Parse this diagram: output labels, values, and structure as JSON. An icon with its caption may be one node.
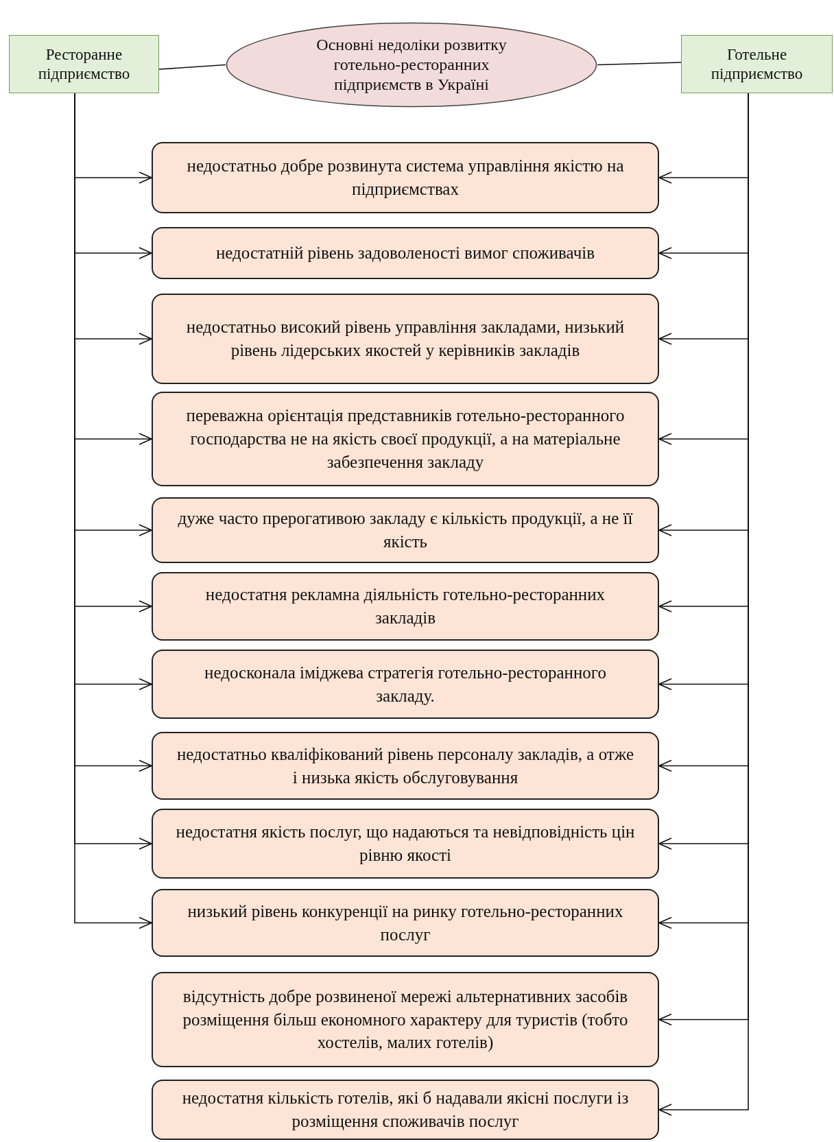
{
  "diagram": {
    "nodes": [
      {
        "text": [
          "Ресторанне підприємство"
        ]
      },
      {
        "text": [
          "Основні недоліки розвитку готельно-ресторанних підприємств в Україні"
        ]
      },
      {
        "text": [
          "Готельне підприємство"
        ]
      },
      {
        "text": [
          "недостатньо добре розвинута система управління якістю на підприємствах"
        ]
      },
      {
        "text": [
          "недостатній рівень задоволеності вимог споживачів"
        ]
      },
      {
        "text": [
          "недостатньо високий рівень управління закладами, низький рівень лідерських якостей у керівників закладів"
        ]
      },
      {
        "text": [
          "переважна орієнтація представників готельно-ресторанного господарства не на якість своєї продукції, а на матеріальне забезпечення закладу"
        ]
      },
      {
        "text": [
          "дуже часто прерогативою закладу є кількість продукції, а не її якість"
        ]
      },
      {
        "text": [
          "недостатня рекламна діяльність готельно-ресторанних закладів"
        ]
      },
      {
        "text": [
          "недосконала іміджева стратегія готельно-ресторанного закладу."
        ]
      },
      {
        "text": [
          "недостатньо кваліфікований рівень персоналу закладів, а отже і низька якість обслуговування"
        ]
      },
      {
        "text": [
          "недостатня якість послуг, що надаються та невідповідність цін рівню якості"
        ]
      },
      {
        "text": [
          "низький рівень конкуренції на ринку готельно-ресторанних послуг"
        ]
      },
      {
        "text": [
          "відсутність добре розвиненої мережі альтернативних засобів розміщення більш економного характеру для туристів (тобто хостелів, малих готелів)"
        ]
      },
      {
        "text": [
          "недостатня кількість готелів, які б надавали якісні послуги із розміщення споживачів послуг"
        ]
      }
    ],
    "edges": [
      {
        "from": 0,
        "to": 1,
        "arrow": "none"
      },
      {
        "from": 1,
        "to": 2,
        "arrow": "none"
      },
      {
        "from": 0,
        "to": 3,
        "arrow": "to"
      },
      {
        "from": 0,
        "to": 4,
        "arrow": "to"
      },
      {
        "from": 0,
        "to": 5,
        "arrow": "to"
      },
      {
        "from": 0,
        "to": 6,
        "arrow": "to"
      },
      {
        "from": 0,
        "to": 7,
        "arrow": "to"
      },
      {
        "from": 0,
        "to": 8,
        "arrow": "to"
      },
      {
        "from": 0,
        "to": 9,
        "arrow": "to"
      },
      {
        "from": 0,
        "to": 10,
        "arrow": "to"
      },
      {
        "from": 0,
        "to": 11,
        "arrow": "to"
      },
      {
        "from": 0,
        "to": 12,
        "arrow": "to"
      },
      {
        "from": 2,
        "to": 3,
        "arrow": "to"
      },
      {
        "from": 2,
        "to": 4,
        "arrow": "to"
      },
      {
        "from": 2,
        "to": 5,
        "arrow": "to"
      },
      {
        "from": 2,
        "to": 6,
        "arrow": "to"
      },
      {
        "from": 2,
        "to": 7,
        "arrow": "to"
      },
      {
        "from": 2,
        "to": 8,
        "arrow": "to"
      },
      {
        "from": 2,
        "to": 9,
        "arrow": "to"
      },
      {
        "from": 2,
        "to": 10,
        "arrow": "to"
      },
      {
        "from": 2,
        "to": 11,
        "arrow": "to"
      },
      {
        "from": 2,
        "to": 12,
        "arrow": "to"
      },
      {
        "from": 2,
        "to": 13,
        "arrow": "to"
      },
      {
        "from": 2,
        "to": 14,
        "arrow": "to"
      }
    ]
  }
}
